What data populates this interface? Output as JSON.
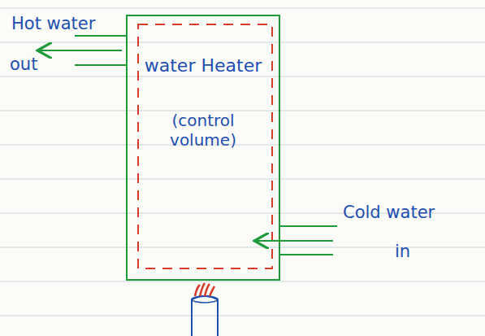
{
  "diagram": {
    "nodes": [
      {
        "text": [
          "water Heater",
          "(control volume)"
        ]
      }
    ],
    "labels": [
      "Hot water",
      "out",
      "Cold water",
      "in"
    ]
  }
}
